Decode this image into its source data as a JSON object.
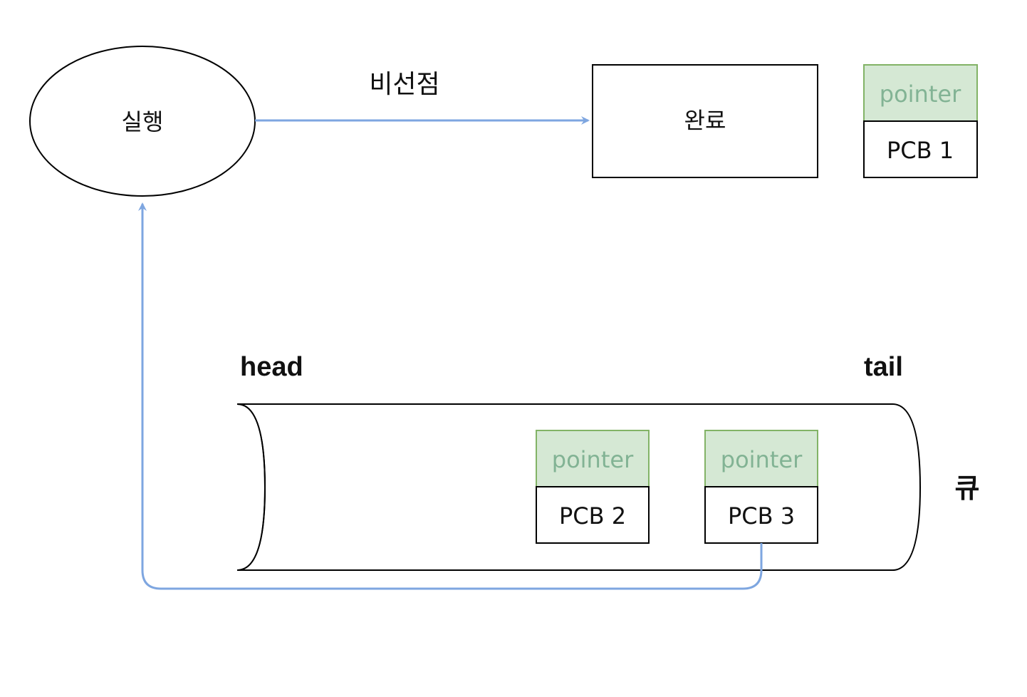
{
  "nodes": {
    "running": "실행",
    "completed": "완료",
    "queue": "큐"
  },
  "edges": {
    "nonpreemptive": "비선점"
  },
  "queue": {
    "head": "head",
    "tail": "tail"
  },
  "pcbs": [
    {
      "pointer": "pointer",
      "name": "PCB 1"
    },
    {
      "pointer": "pointer",
      "name": "PCB 2"
    },
    {
      "pointer": "pointer",
      "name": "PCB 3"
    }
  ],
  "colors": {
    "arrow": "#7ea6e0",
    "pointer_fill": "#d5e8d4",
    "pointer_stroke": "#82b366",
    "pointer_text": "#82b394",
    "stroke": "#000000"
  }
}
